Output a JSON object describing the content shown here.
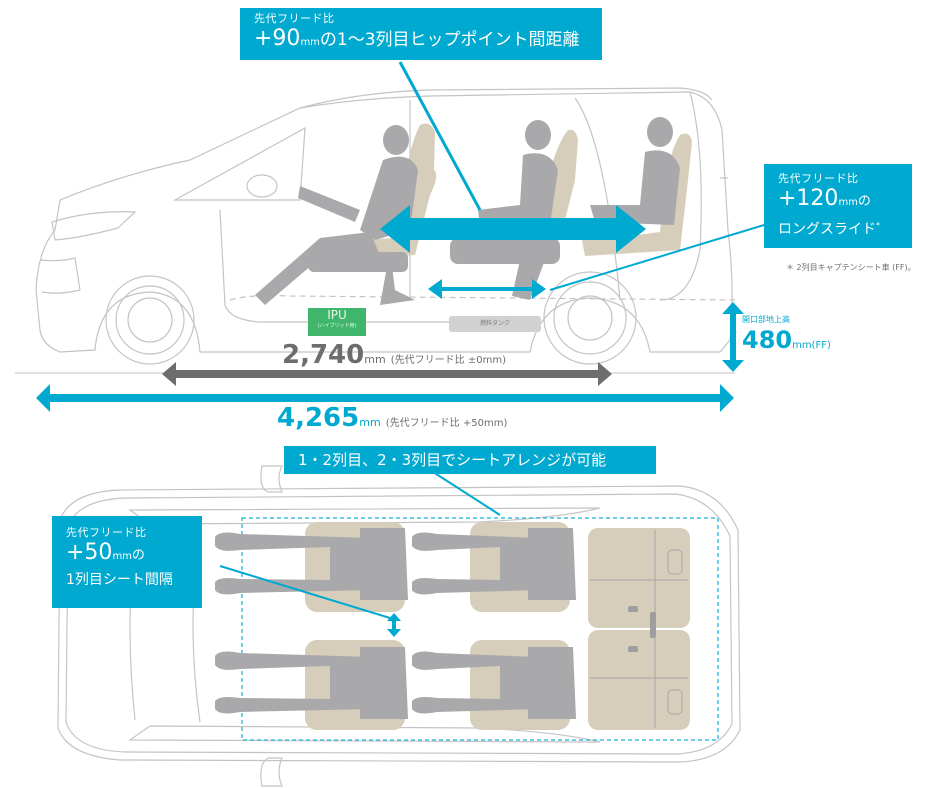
{
  "colors": {
    "accent": "#00a9d0",
    "dimension_gray": "#6d6d70",
    "ipu_green": "#3fb66b",
    "seat_beige": "#d6cdbb",
    "passenger_gray": "#a9a9ab",
    "outline": "#c4c4c4"
  },
  "side_view": {
    "callout_hip_point": {
      "prefix": "先代フリード比",
      "value": "+90",
      "unit": "mm",
      "suffix": "の1～3列目ヒップポイント間距離"
    },
    "callout_long_slide": {
      "prefix": "先代フリード比",
      "value": "+120",
      "unit": "mm",
      "particle": "の",
      "body": "ロングスライド",
      "mark": "*"
    },
    "footnote": "＊ 2列目キャプテンシート車 (FF)。",
    "ipu_label": {
      "title": "IPU",
      "subtitle": "(ハイブリッド用)"
    },
    "fuel_tank_label": "燃料タンク",
    "wheelbase": {
      "value": "2,740",
      "unit": "mm",
      "comparison": "(先代フリード比 ±0mm)"
    },
    "overall_length": {
      "value": "4,265",
      "unit": "mm",
      "comparison": "(先代フリード比 +50mm)"
    },
    "opening_height": {
      "label": "開口部地上高",
      "value": "480",
      "unit": "mm",
      "suffix": "(FF)"
    }
  },
  "top_view": {
    "callout_arrange": {
      "text": "1・2列目、2・3列目でシートアレンジが可能"
    },
    "callout_seat_gap": {
      "prefix": "先代フリード比",
      "value": "+50",
      "unit": "mm",
      "particle": "の",
      "body": "1列目シート間隔"
    }
  }
}
